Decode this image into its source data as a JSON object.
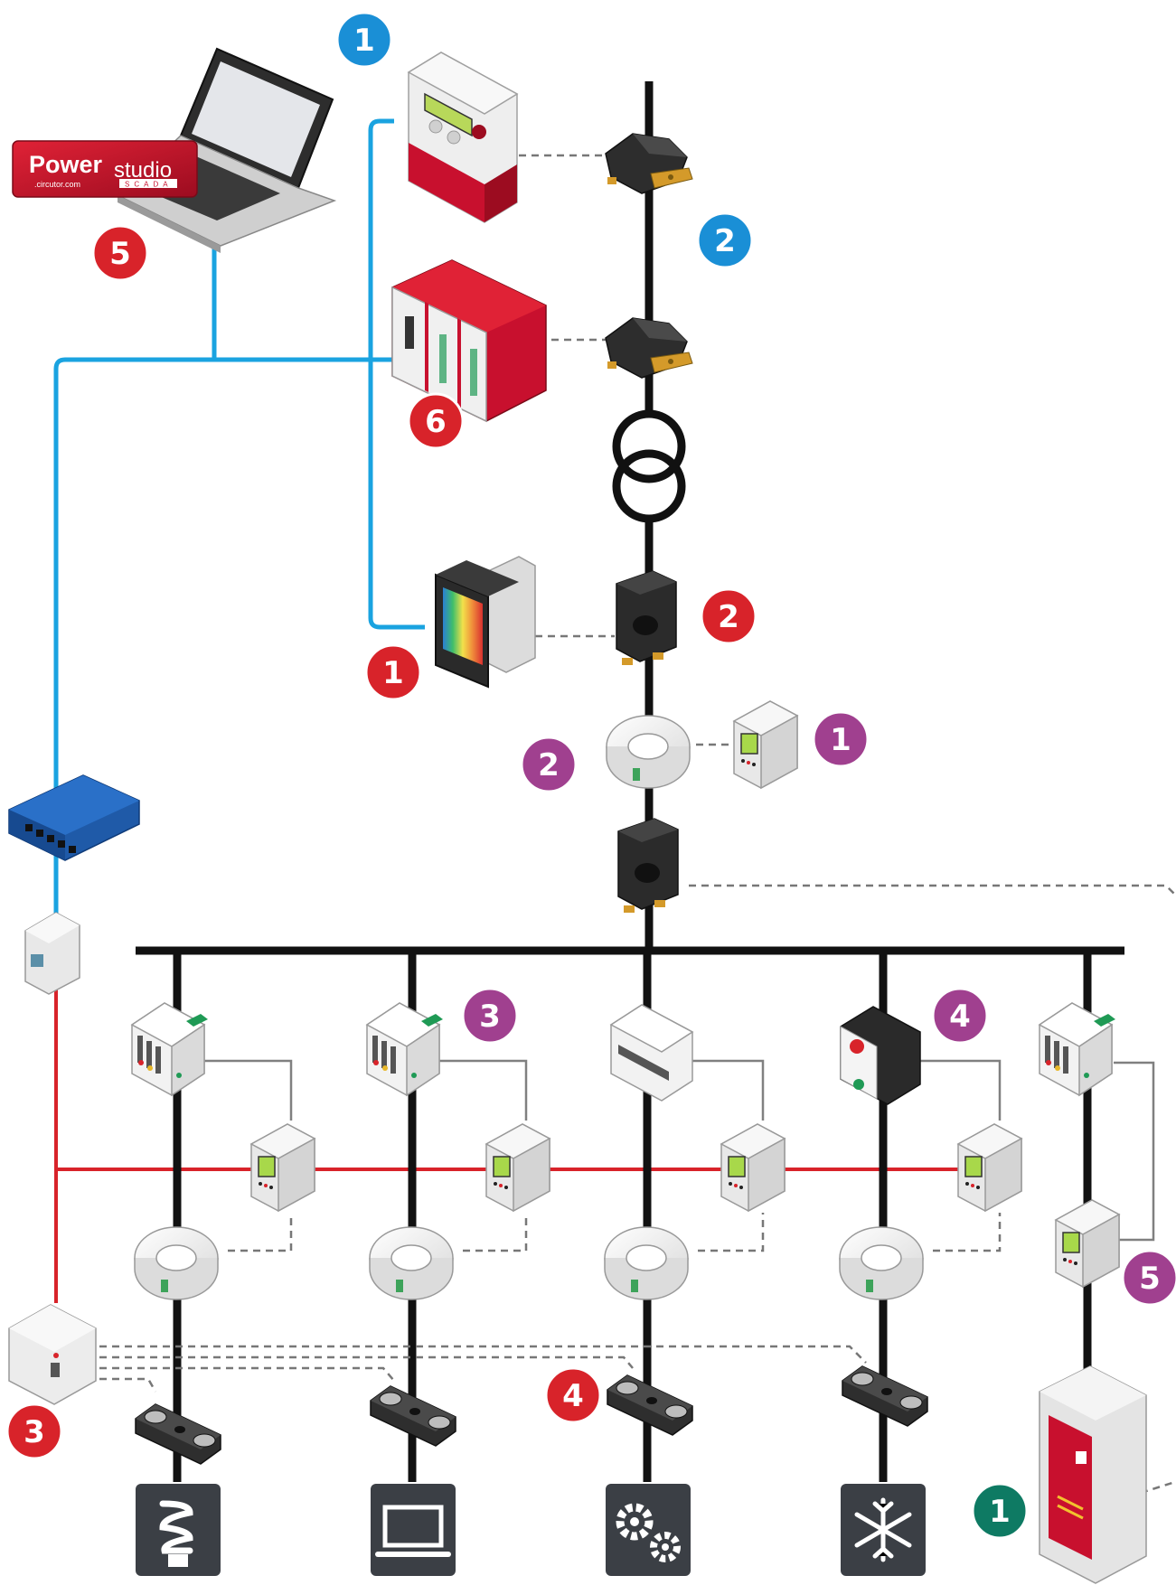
{
  "logo": {
    "brand": "Power",
    "product": "studio",
    "site": ".circutor.com",
    "tag": "SCADA"
  },
  "badges": [
    {
      "id": "b-top-1",
      "label": "1",
      "color": "#1a8fd6"
    },
    {
      "id": "b-ct-2",
      "label": "2",
      "color": "#1a8fd6"
    },
    {
      "id": "b-laptop-5",
      "label": "5",
      "color": "#d8232a"
    },
    {
      "id": "b-rack-6",
      "label": "6",
      "color": "#d8232a"
    },
    {
      "id": "b-panel-1",
      "label": "1",
      "color": "#d8232a"
    },
    {
      "id": "b-ct2-2",
      "label": "2",
      "color": "#d8232a"
    },
    {
      "id": "b-ring-2",
      "label": "2",
      "color": "#a0408f"
    },
    {
      "id": "b-relay-1",
      "label": "1",
      "color": "#a0408f"
    },
    {
      "id": "b-feeder-3",
      "label": "3",
      "color": "#a0408f"
    },
    {
      "id": "b-feeder-4",
      "label": "4",
      "color": "#a0408f"
    },
    {
      "id": "b-feeder-5",
      "label": "5",
      "color": "#a0408f"
    },
    {
      "id": "b-bottom-4",
      "label": "4",
      "color": "#d8232a"
    },
    {
      "id": "b-bottom-3",
      "label": "3",
      "color": "#d8232a"
    },
    {
      "id": "b-cabinet-1",
      "label": "1",
      "color": "#0e7a63"
    }
  ],
  "loads": [
    {
      "name": "lighting-icon"
    },
    {
      "name": "laptop-icon"
    },
    {
      "name": "gears-icon"
    },
    {
      "name": "snowflake-icon"
    }
  ],
  "colors": {
    "ethernet": "#1aa3e0",
    "rs485": "#d8232a",
    "bus": "#111111",
    "device_red": "#c8102e",
    "icon_tile": "#3b3f45"
  }
}
